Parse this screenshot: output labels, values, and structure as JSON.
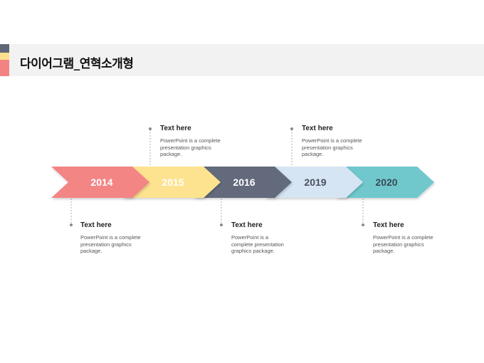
{
  "slide": {
    "title": "다이어그램_연혁소개형",
    "colors": {
      "pink": "#f38585",
      "yellow": "#fde38f",
      "slate": "#626a7b",
      "light_blue": "#d6e5f3",
      "teal": "#6fc8cd",
      "title_bar": "#f2f2f2"
    }
  },
  "timeline": {
    "steps": [
      {
        "year": "2014",
        "color": "#f38585",
        "text_color": "#ffffff"
      },
      {
        "year": "2015",
        "color": "#fde38f",
        "text_color": "#ffffff"
      },
      {
        "year": "2016",
        "color": "#626a7b",
        "text_color": "#ffffff"
      },
      {
        "year": "2019",
        "color": "#d6e5f3",
        "text_color": "#4a4f5c"
      },
      {
        "year": "2020",
        "color": "#6fc8cd",
        "text_color": "#3a4a55"
      }
    ]
  },
  "callouts": [
    {
      "heading": "Text here",
      "lines": [
        "PowerPoint is a complete",
        "presentation graphics",
        "package."
      ]
    },
    {
      "heading": "Text here",
      "lines": [
        "PowerPoint is a complete",
        "presentation graphics",
        "package."
      ]
    },
    {
      "heading": "Text here",
      "lines": [
        "PowerPoint is a",
        "complete presentation",
        "graphics package."
      ]
    },
    {
      "heading": "Text here",
      "lines": [
        "PowerPoint is a complete",
        "presentation graphics",
        "package."
      ]
    },
    {
      "heading": "Text here",
      "lines": [
        "PowerPoint is a complete",
        "presentation graphics",
        "package."
      ]
    }
  ]
}
